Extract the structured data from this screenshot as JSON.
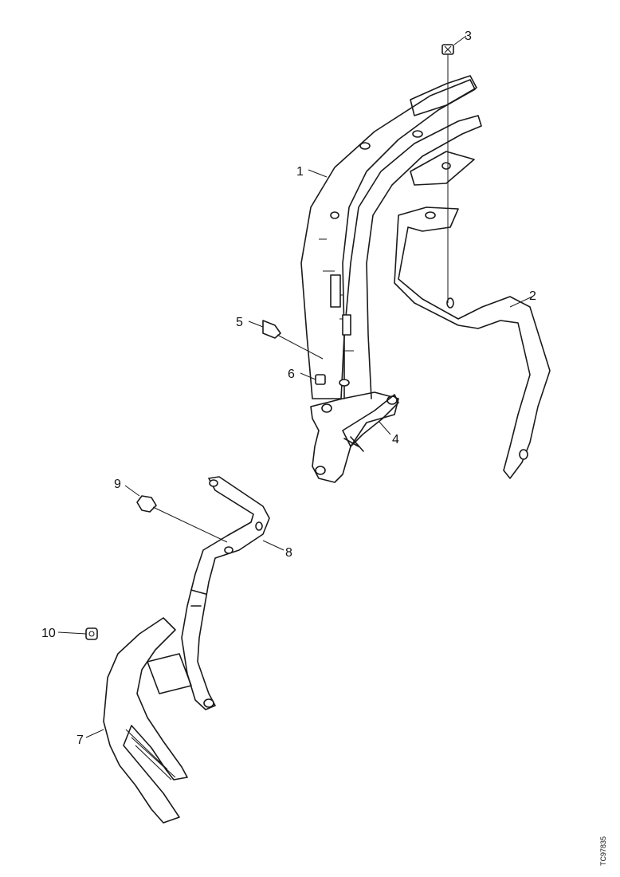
{
  "diagram": {
    "callouts": [
      {
        "id": "1",
        "label": "1"
      },
      {
        "id": "2",
        "label": "2"
      },
      {
        "id": "3",
        "label": "3"
      },
      {
        "id": "4",
        "label": "4"
      },
      {
        "id": "5",
        "label": "5"
      },
      {
        "id": "6",
        "label": "6"
      },
      {
        "id": "7",
        "label": "7"
      },
      {
        "id": "8",
        "label": "8"
      },
      {
        "id": "9",
        "label": "9"
      },
      {
        "id": "10",
        "label": "10"
      }
    ],
    "reference_code": "TC97835"
  }
}
